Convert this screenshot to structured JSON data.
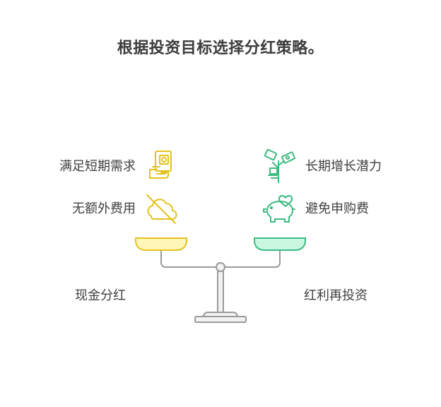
{
  "title": "根据投资目标选择分红策略。",
  "left": {
    "option": "现金分红",
    "benefits": [
      "满足短期需求",
      "无额外费用"
    ],
    "icons": [
      "cash-hand-icon",
      "no-cloud-icon"
    ],
    "pan_color": "#fff6b8",
    "accent_color": "#e8c92a"
  },
  "right": {
    "option": "红利再投资",
    "benefits": [
      "长期增长潜力",
      "避免申购费"
    ],
    "icons": [
      "money-plant-icon",
      "piggy-bank-heart-icon"
    ],
    "pan_color": "#c9f7df",
    "accent_color": "#4cc48a"
  }
}
